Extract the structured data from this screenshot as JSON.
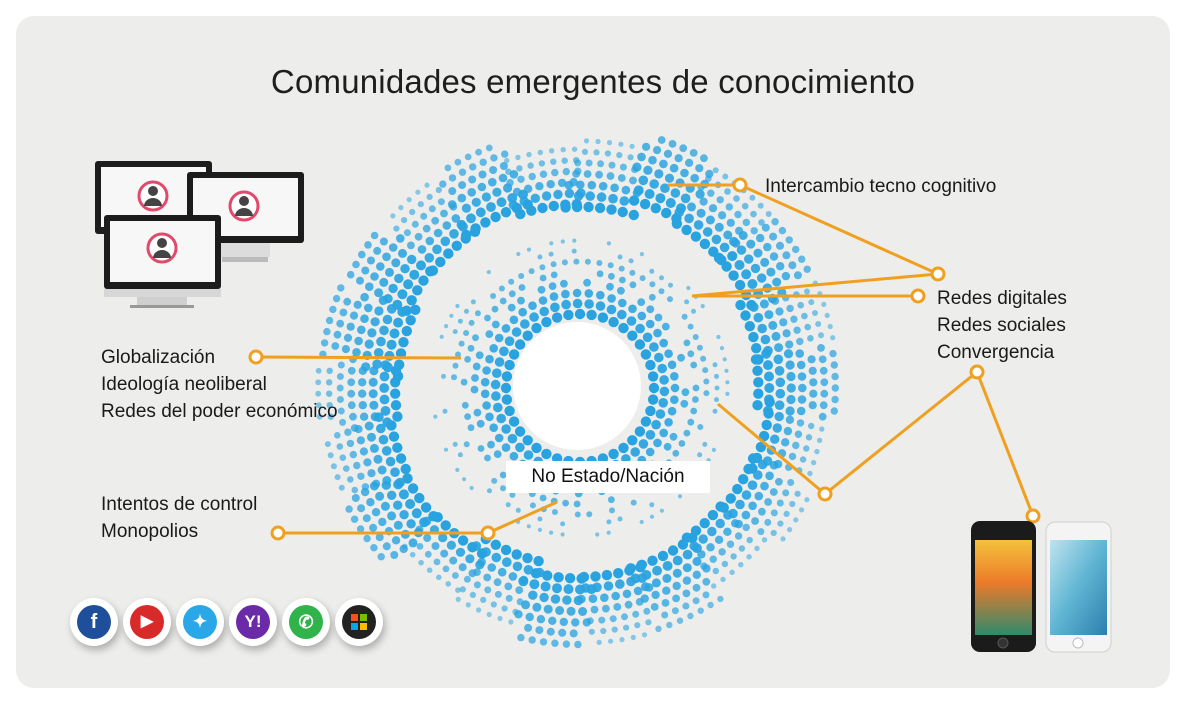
{
  "title": "Comunidades emergentes de conocimiento",
  "labels": {
    "intercambio": "Intercambio tecno cognitivo",
    "redes": [
      "Redes digitales",
      "Redes sociales",
      "Convergencia"
    ],
    "globalizacion": [
      "Globalización",
      "Ideología neoliberal",
      "Redes del poder económico"
    ],
    "control": [
      "Intentos de control",
      "Monopolios"
    ],
    "center": "No Estado/Nación"
  },
  "colors": {
    "background": "#ededeb",
    "dots": "#29a3e0",
    "connector": "#f0a020",
    "center": "#ffffff"
  },
  "icons": {
    "monitors": "desktop-monitor-user-icon",
    "phones": "smartphone-icon",
    "social": [
      "facebook-icon",
      "youtube-icon",
      "twitter-icon",
      "yahoo-icon",
      "whatsapp-icon",
      "windows-icon"
    ]
  }
}
